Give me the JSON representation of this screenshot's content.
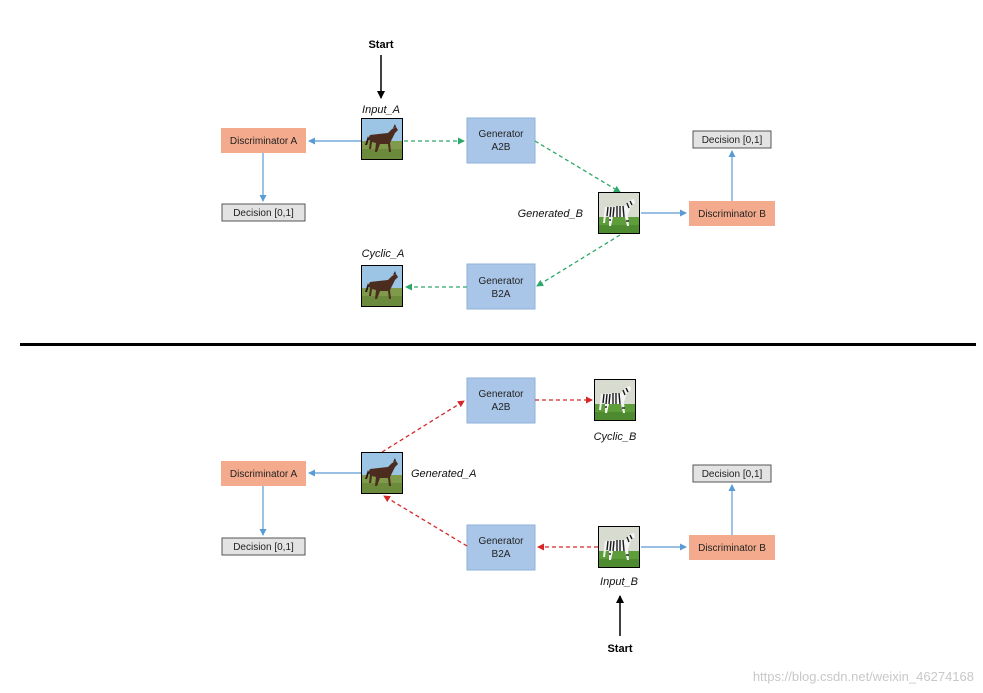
{
  "labels": {
    "start": "Start",
    "generator_a2b": [
      "Generator",
      "A2B"
    ],
    "generator_b2a": [
      "Generator",
      "B2A"
    ],
    "discriminator_a": "Discriminator A",
    "discriminator_b": "Discriminator B",
    "decision": "Decision [0,1]"
  },
  "top": {
    "input_a": "Input_A",
    "generated_b": "Generated_B",
    "cyclic_a": "Cyclic_A"
  },
  "bottom": {
    "generated_a": "Generated_A",
    "cyclic_b": "Cyclic_B",
    "input_b": "Input_B"
  },
  "watermark": "https://blog.csdn.net/weixin_46274168",
  "colors": {
    "generator_fill": "#a9c6e8",
    "generator_border": "#8fb0d8",
    "discriminator_fill": "#f4ab8d",
    "decision_fill": "#e3e3e3",
    "decision_border": "#555555",
    "blue_arrow": "#5b9bd5",
    "green_dashed": "#2ea86a",
    "red_dashed": "#d62728",
    "divider": "#000000"
  },
  "icons": {
    "horse": "horse-photo-icon",
    "zebra": "zebra-photo-icon"
  }
}
